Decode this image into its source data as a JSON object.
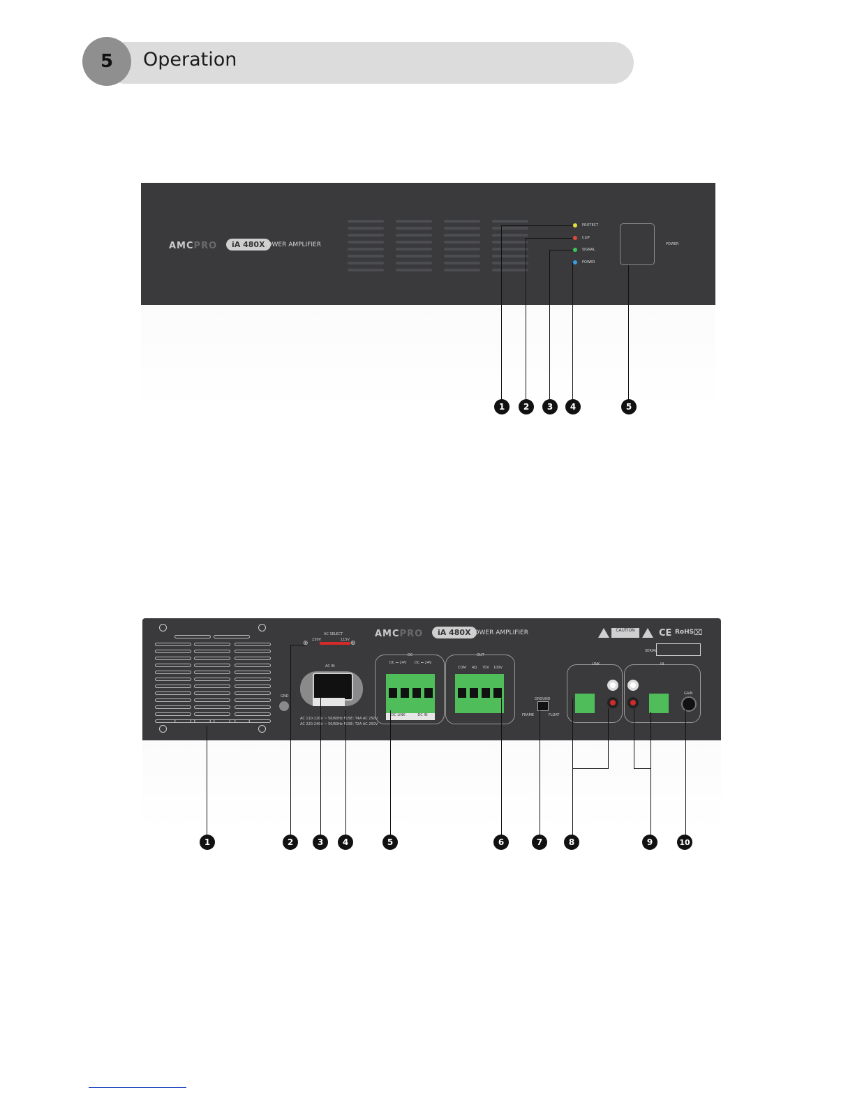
{
  "header": {
    "number": "5",
    "title": "Operation"
  },
  "brand": {
    "amc": "AMC",
    "pro": "PRO",
    "model": "iA 480X",
    "subtitle": "POWER AMPLIFIER"
  },
  "front": {
    "leds": [
      {
        "label": "PROTECT",
        "color": "#e8e03a"
      },
      {
        "label": "CLIP",
        "color": "#e2473a"
      },
      {
        "label": "SIGNAL",
        "color": "#3bc45a"
      },
      {
        "label": "POWER",
        "color": "#3a9ee8"
      }
    ],
    "power_label": "POWER",
    "callouts": [
      "1",
      "2",
      "3",
      "4",
      "5"
    ]
  },
  "rear": {
    "ac_select": "AC SELECT",
    "v230": "230V",
    "v115": "115V",
    "ac_in": "AC IN",
    "ac_spec_1": "AC 110-120V ~ 50/60Hz   FUSE: T4A AC 250V",
    "ac_spec_2": "AC 220-240V ~ 50/60Hz   FUSE: T2A AC 250V",
    "gnd": "GND",
    "dc": "DC",
    "dc_24v_a": "DC ⎓ 24V",
    "dc_24v_b": "DC ⎓ 24V",
    "dc_link": "DC LINK",
    "dc_in": "DC IN",
    "out": "OUT",
    "com": "COM",
    "ohm4": "4Ω",
    "v70": "70V",
    "v100": "100V",
    "ground": "GROUND",
    "frame": "FRAME",
    "float": "FLOAT",
    "link": "LINK",
    "in": "IN",
    "gain": "GAIN",
    "caution": "CAUTION",
    "ce": "CE",
    "rohs": "RoHS",
    "serial": "SERIAL",
    "callouts": [
      "1",
      "2",
      "3",
      "4",
      "5",
      "6",
      "7",
      "8",
      "9",
      "10"
    ]
  },
  "colors": {
    "panel": "#3a3a3c",
    "terminal": "#4fbd5a",
    "rca_red": "#d32a2a"
  }
}
